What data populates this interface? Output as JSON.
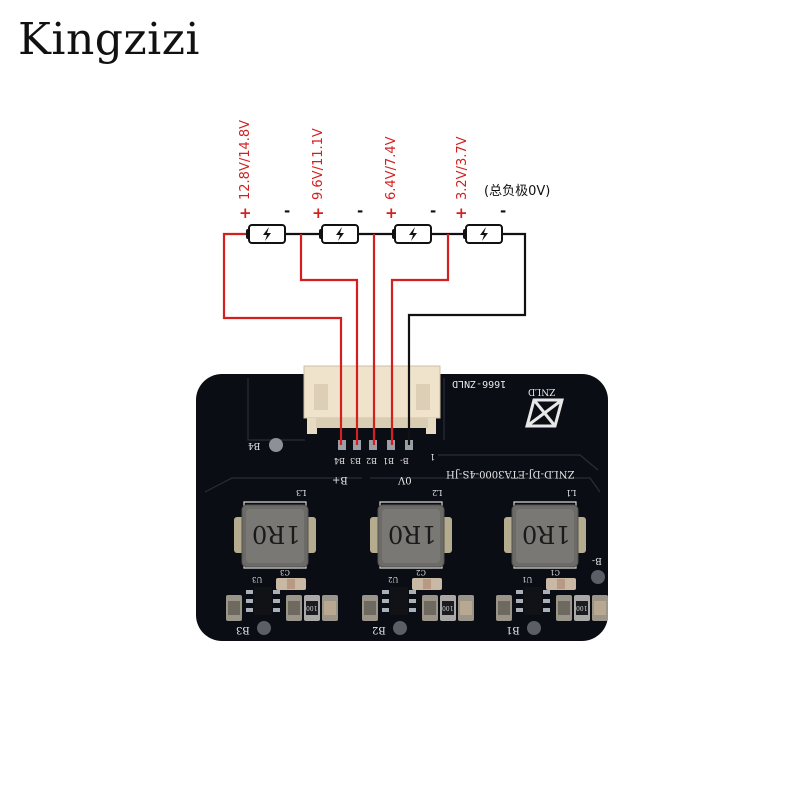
{
  "brand": {
    "name": "Kingzizi"
  },
  "diagram": {
    "cells": [
      {
        "positive_label": "12.8V/14.8V",
        "plus": "+",
        "minus": "-"
      },
      {
        "positive_label": "9.6V/11.1V",
        "plus": "+",
        "minus": "-"
      },
      {
        "positive_label": "6.4V/7.4V",
        "plus": "+",
        "minus": "-"
      },
      {
        "positive_label": "3.2V/3.7V",
        "plus": "+",
        "minus": "-"
      }
    ],
    "negative_note": "(总负极0V)",
    "battery_icon": "battery-bolt-icon",
    "colors": {
      "positive_wire": "#d41f1f",
      "negative_wire": "#111111"
    }
  },
  "pcb": {
    "colors": {
      "board": "#0b0d14",
      "connector": "#efe3cc",
      "silkscreen": "#e8e8e8",
      "inductor": "#6d6b68"
    },
    "connector_pins": [
      "B4",
      "B3",
      "B2",
      "B1",
      "B-"
    ],
    "label_bplus": "B+",
    "label_0v": "0V",
    "pin1_marker": "1",
    "board_code": "1666-ZNLD",
    "brand_mark": "ZNLD",
    "model": "ZNLD-DJ-ETA3000-4S-JH",
    "pad_label_b4": "B4",
    "pad_label_bminus": "B-",
    "modules": [
      {
        "inductor_label": "L3",
        "inductor_value": "1R0",
        "ic_label": "U3",
        "cap_label": "C3",
        "pad_label": "B3",
        "resistor_code": "100"
      },
      {
        "inductor_label": "L2",
        "inductor_value": "1R0",
        "ic_label": "U2",
        "cap_label": "C2",
        "pad_label": "B2",
        "resistor_code": "100"
      },
      {
        "inductor_label": "L1",
        "inductor_value": "1R0",
        "ic_label": "U1",
        "cap_label": "C1",
        "pad_label": "B1",
        "resistor_code": "100"
      }
    ]
  }
}
